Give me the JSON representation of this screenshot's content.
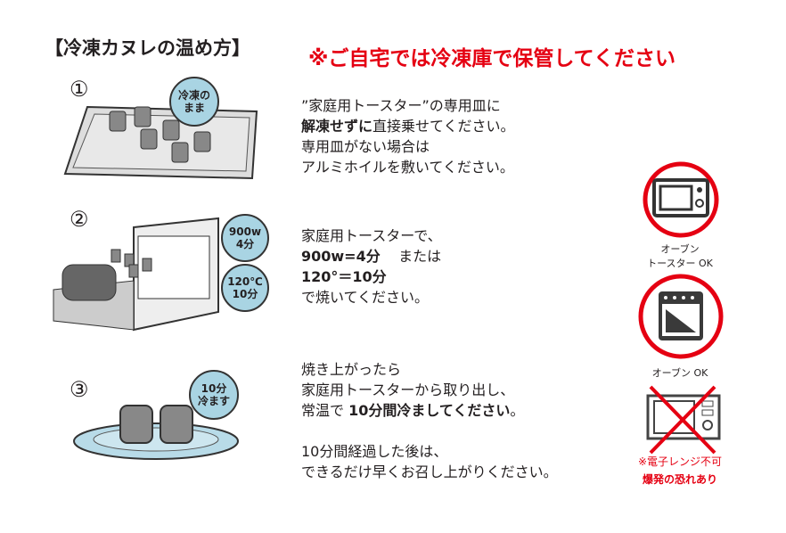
{
  "title": "【冷凍カヌレの温め方】",
  "warning": "※ご自宅では冷凍庫で保管してください",
  "steps": [
    {
      "num": "①",
      "bubble": [
        "冷凍の",
        "まま"
      ],
      "lines": [
        "”家庭用トースター”の専用皿に",
        "解凍せずに",
        "直接乗せてください。",
        "専用皿がない場合は",
        "アルミホイルを敷いてください。"
      ]
    },
    {
      "num": "②",
      "bubble": [
        "900w",
        "4分"
      ],
      "bubble2": [
        "120℃",
        "10分"
      ],
      "lines": [
        "家庭用トースターで、",
        "900w=4分",
        "または",
        "120°＝10分",
        "で焼いてください。"
      ]
    },
    {
      "num": "③",
      "bubble": [
        "10分",
        "冷ます"
      ],
      "lines": [
        "焼き上がったら",
        "家庭用トースターから取り出し、",
        "常温で ",
        "10分間冷ましてください",
        "。",
        "10分間経過した後は、",
        "できるだけ早くお召し上がりください。"
      ]
    }
  ],
  "side": {
    "toaster": [
      "オーブン",
      "トースター OK"
    ],
    "oven": "オーブン OK",
    "microwave": [
      "※電子レンジ不可",
      "爆発の恐れあり"
    ]
  },
  "colors": {
    "red": "#e50012",
    "bubble": "#a9d4e3"
  }
}
